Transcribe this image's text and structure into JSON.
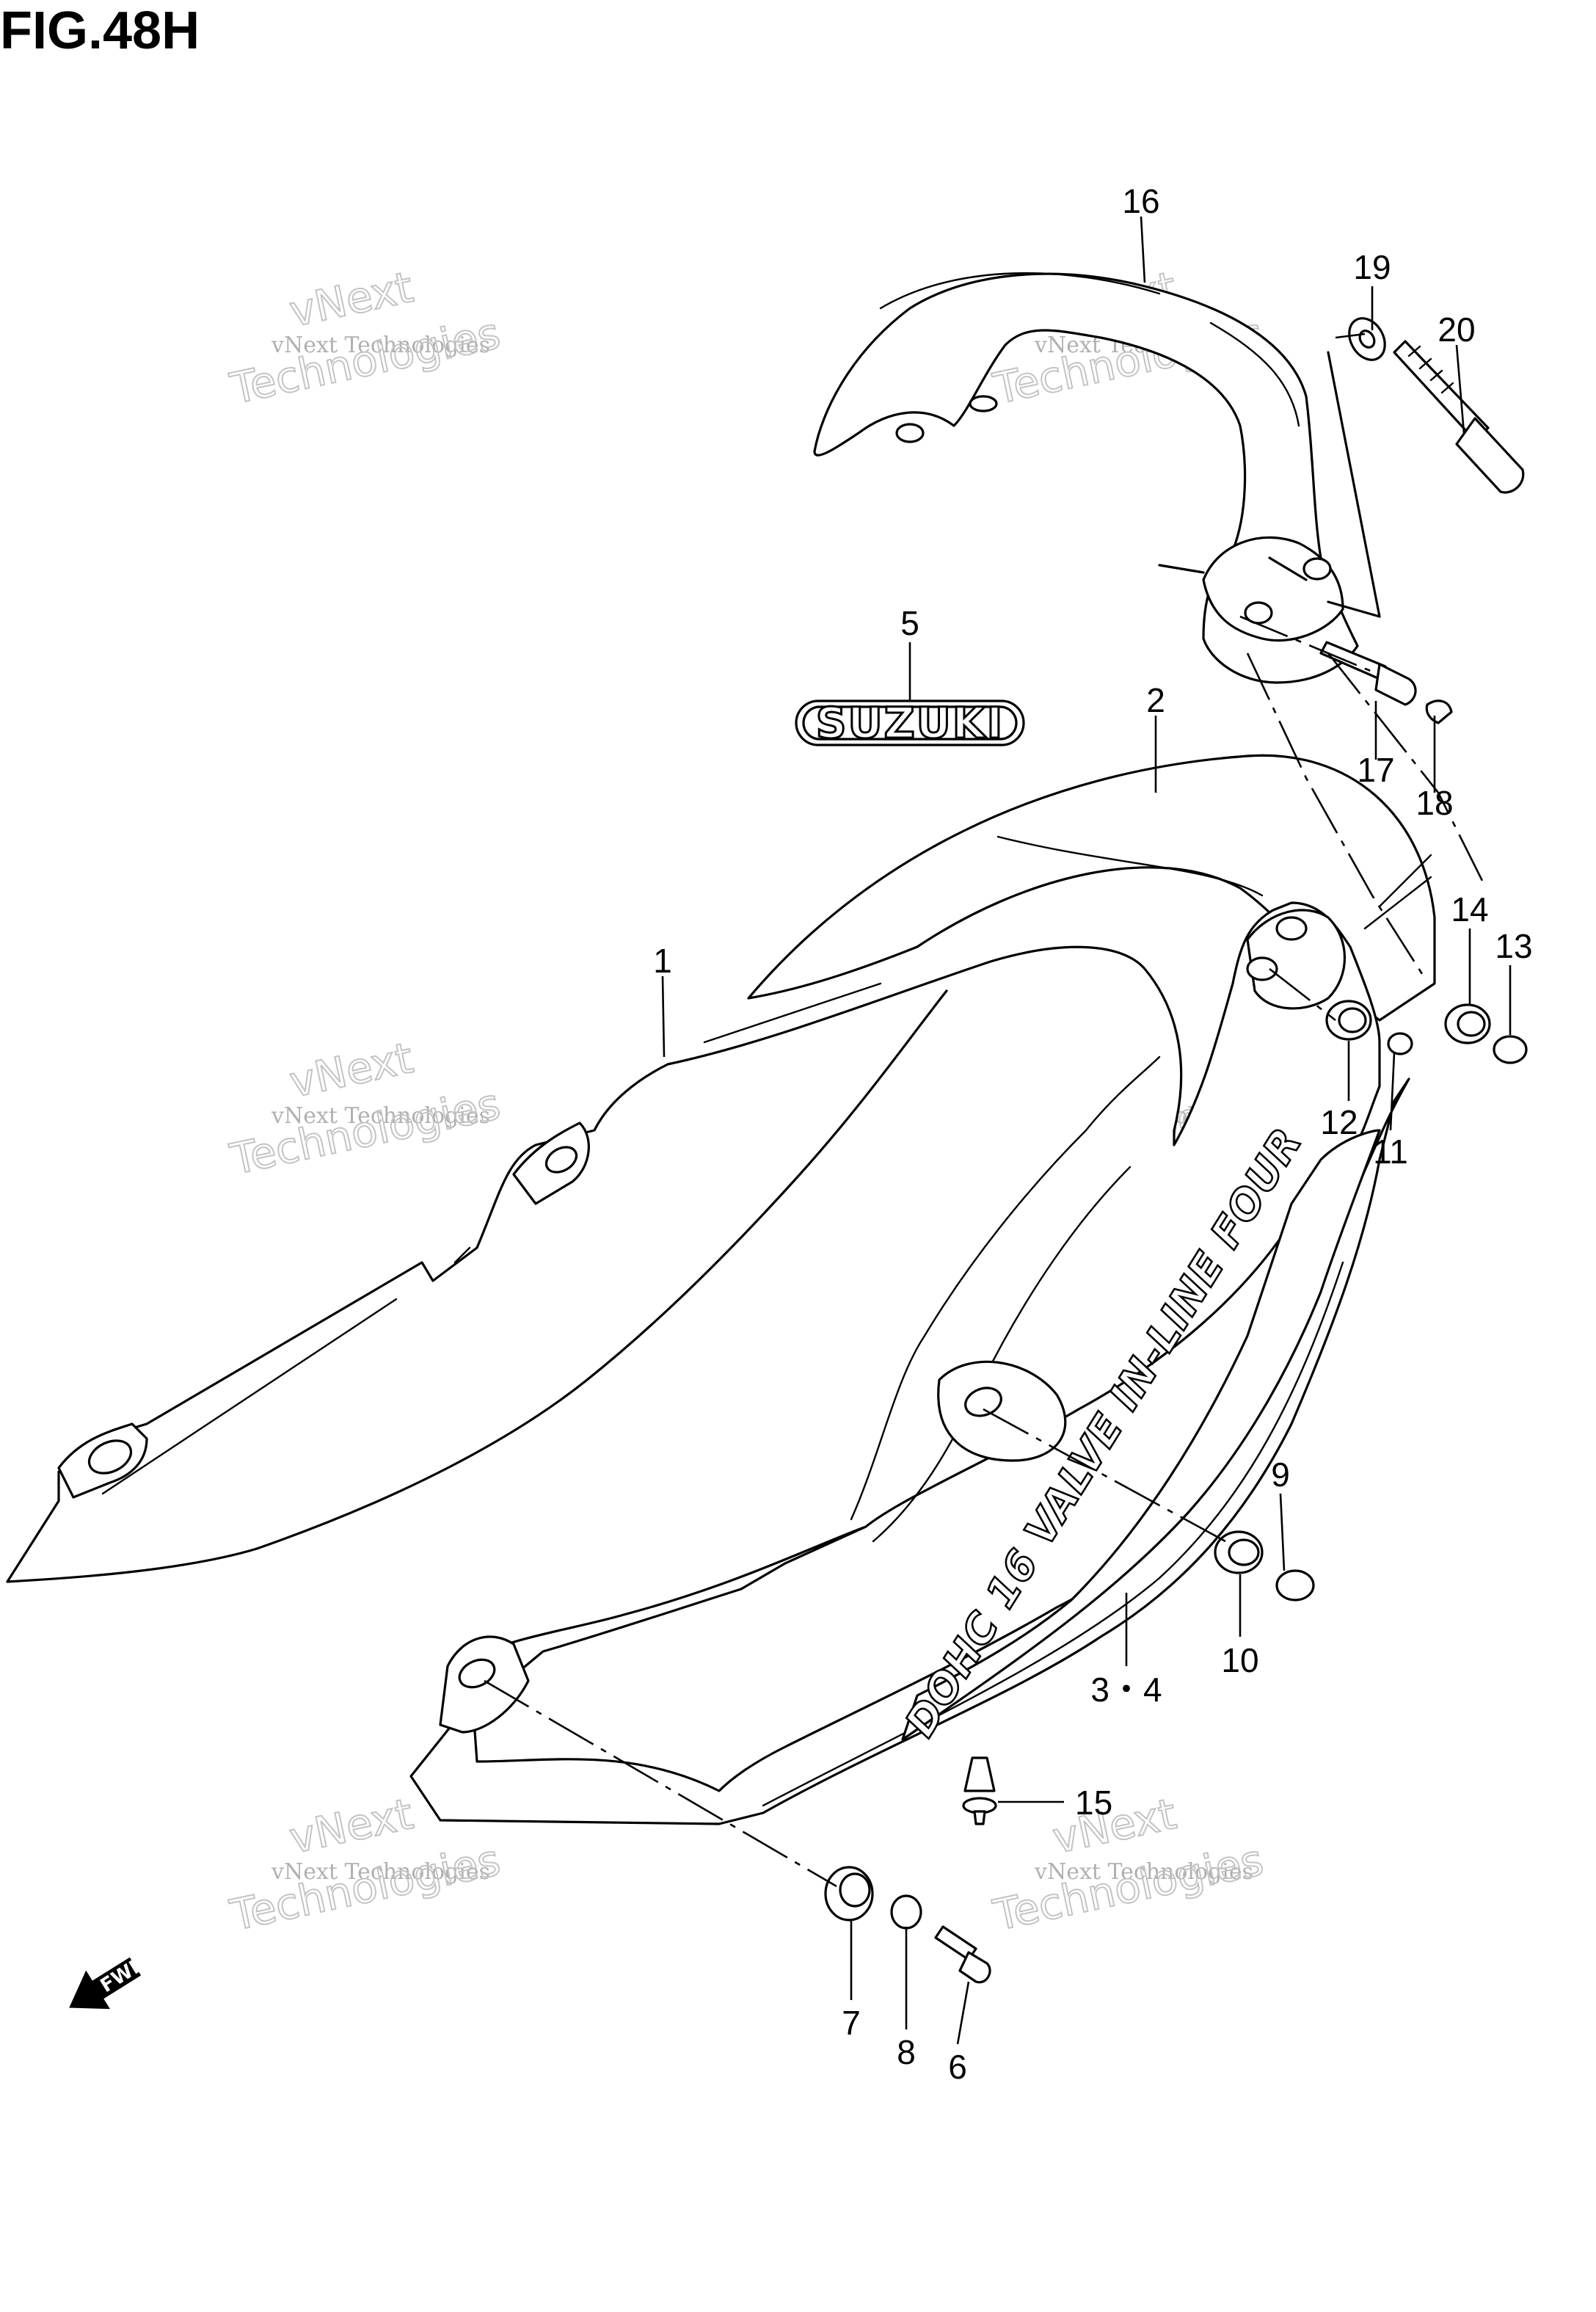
{
  "figure": {
    "title": "FIG.48H"
  },
  "watermark": {
    "line1": "vNext Technologies",
    "line2": "vNext",
    "line3": "Technologies"
  },
  "badge": {
    "text": "SUZUKI"
  },
  "decal": {
    "text": "DOHC 16 VALVE IN-LINE FOUR"
  },
  "direction_marker": {
    "text": "FWD"
  },
  "callouts": [
    {
      "id": "c16",
      "label": "16"
    },
    {
      "id": "c19",
      "label": "19"
    },
    {
      "id": "c20",
      "label": "20"
    },
    {
      "id": "c5",
      "label": "5"
    },
    {
      "id": "c2",
      "label": "2"
    },
    {
      "id": "c17",
      "label": "17"
    },
    {
      "id": "c18",
      "label": "18"
    },
    {
      "id": "c14",
      "label": "14"
    },
    {
      "id": "c13",
      "label": "13"
    },
    {
      "id": "c1",
      "label": "1"
    },
    {
      "id": "c12",
      "label": "12"
    },
    {
      "id": "c11",
      "label": "11"
    },
    {
      "id": "c9",
      "label": "9"
    },
    {
      "id": "c10",
      "label": "10"
    },
    {
      "id": "c34",
      "label": "3・4"
    },
    {
      "id": "c15",
      "label": "15"
    },
    {
      "id": "c7",
      "label": "7"
    },
    {
      "id": "c8",
      "label": "8"
    },
    {
      "id": "c6",
      "label": "6"
    }
  ]
}
